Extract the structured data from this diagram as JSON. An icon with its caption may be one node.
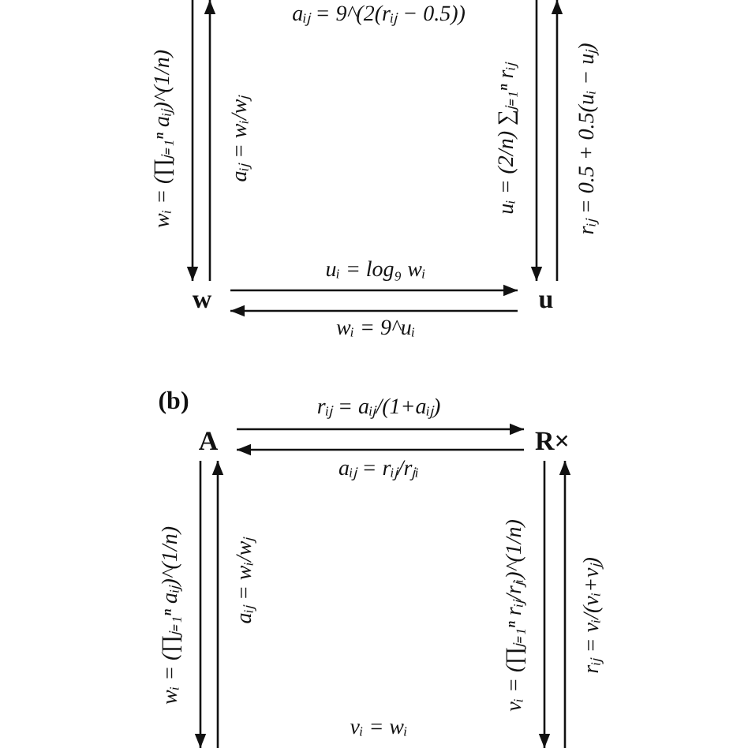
{
  "diagram": {
    "nodes": [
      {
        "text": [
          "w"
        ]
      },
      {
        "text": [
          "u"
        ]
      },
      {
        "text": [
          "A"
        ]
      },
      {
        "text": [
          "R×"
        ]
      }
    ],
    "edges": [
      {
        "from": null,
        "to": 0,
        "arrow": "to",
        "label": "wᵢ = (∏ⱼ₌₁ⁿ aᵢⱼ)^(1/n)"
      },
      {
        "from": 0,
        "to": null,
        "arrow": "to",
        "label": "aᵢⱼ = wᵢ/wⱼ"
      },
      {
        "from": null,
        "to": 1,
        "arrow": "to",
        "label": "uᵢ = (2/n) ∑ⱼ₌₁ⁿ rᵢⱼ"
      },
      {
        "from": 1,
        "to": null,
        "arrow": "to",
        "label": "rᵢⱼ = 0.5 + 0.5(uᵢ − uⱼ)"
      },
      {
        "from": 0,
        "to": 1,
        "arrow": "to",
        "label": "uᵢ = log₉ wᵢ"
      },
      {
        "from": 1,
        "to": 0,
        "arrow": "to",
        "label": "wᵢ = 9^uᵢ"
      },
      {
        "from": 2,
        "to": 3,
        "arrow": "to",
        "label": "rᵢⱼ = aᵢⱼ/(1+aᵢⱼ)"
      },
      {
        "from": 3,
        "to": 2,
        "arrow": "to",
        "label": "aᵢⱼ = rᵢⱼ/rⱼᵢ"
      },
      {
        "from": 2,
        "to": null,
        "arrow": "to",
        "label": "wᵢ = (∏ⱼ₌₁ⁿ aᵢⱼ)^(1/n)"
      },
      {
        "from": null,
        "to": 2,
        "arrow": "to",
        "label": "aᵢⱼ = wᵢ/wⱼ"
      },
      {
        "from": 3,
        "to": null,
        "arrow": "to",
        "label": "vᵢ = (∏ⱼ₌₁ⁿ rᵢⱼ/rⱼᵢ)^(1/n)"
      },
      {
        "from": null,
        "to": 3,
        "arrow": "to",
        "label": "rᵢⱼ = vᵢ/(vᵢ+vⱼ)"
      }
    ],
    "labels": [
      "aᵢⱼ = 9^(2(rᵢⱼ − 0.5))",
      "(b)",
      "vᵢ = wᵢ"
    ]
  }
}
